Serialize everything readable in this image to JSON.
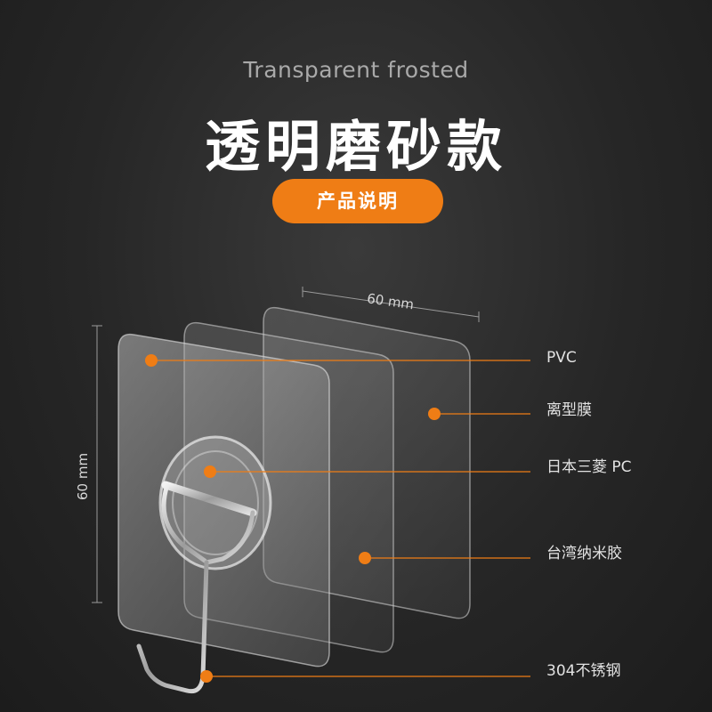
{
  "header": {
    "subtitle": "Transparent frosted",
    "title": "透明磨砂款",
    "badge": "产品说明"
  },
  "dimensions": {
    "width_label": "60 mm",
    "height_label": "60 mm"
  },
  "layers": [
    {
      "label": "PVC"
    },
    {
      "label": "离型膜"
    },
    {
      "label": "日本三菱 PC"
    },
    {
      "label": "台湾纳米胶"
    },
    {
      "label": "304不锈钢"
    }
  ],
  "colors": {
    "accent": "#ef7d15",
    "background": "#262626"
  }
}
